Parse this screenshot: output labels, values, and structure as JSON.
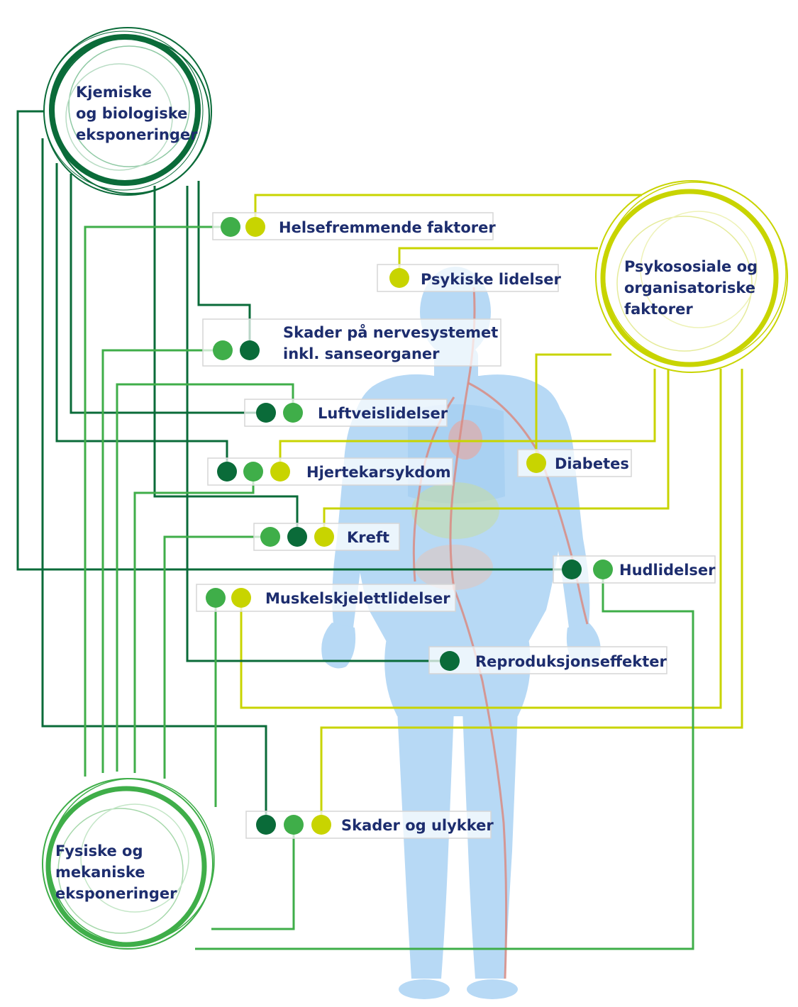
{
  "colors": {
    "chemical": "#0a6b39",
    "physical": "#3fae49",
    "psychosocial": "#c8d400",
    "text": "#1d2d6e"
  },
  "hubs": {
    "chemical": [
      "Kjemiske",
      "og biologiske",
      "eksponeringer"
    ],
    "psychosocial": [
      "Psykososiale og",
      "organisatoriske",
      "faktorer"
    ],
    "physical": [
      "Fysiske og",
      "mekaniske",
      "eksponeringer"
    ]
  },
  "outcomes": {
    "helsefremmende": "Helsefremmende faktorer",
    "psykiske": "Psykiske lidelser",
    "nerve_line1": "Skader på nervesystemet",
    "nerve_line2": "inkl. sanseorganer",
    "luftvei": "Luftveislidelser",
    "diabetes": "Diabetes",
    "hjerte": "Hjertekarsykdom",
    "kreft": "Kreft",
    "hud": "Hudlidelser",
    "muskel": "Muskelskjelettlidelser",
    "repro": "Reproduksjonseffekter",
    "skader": "Skader og ulykker"
  }
}
